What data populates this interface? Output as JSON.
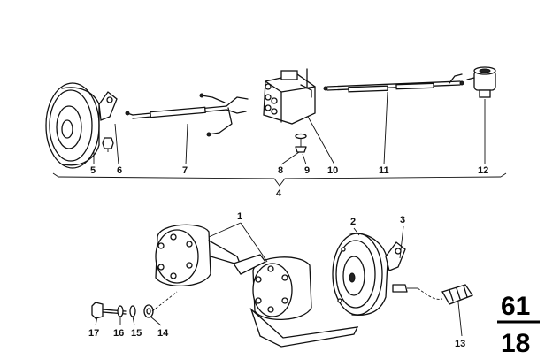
{
  "diagram": {
    "callouts": {
      "c1": "1",
      "c2": "2",
      "c3": "3",
      "c4": "4",
      "c5": "5",
      "c6": "6",
      "c7": "7",
      "c8": "8",
      "c9": "9",
      "c10": "10",
      "c11": "11",
      "c12": "12",
      "c13": "13",
      "c14": "14",
      "c15": "15",
      "c16": "16",
      "c17": "17"
    },
    "section_number": {
      "top": "61",
      "bottom": "18"
    }
  }
}
